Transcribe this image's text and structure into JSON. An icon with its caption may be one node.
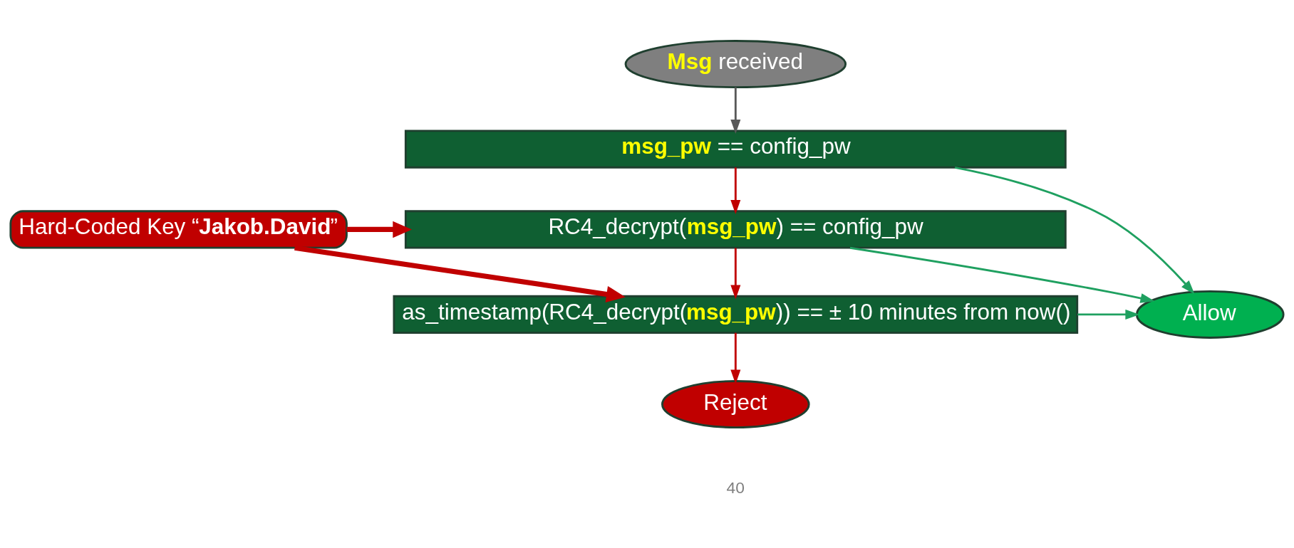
{
  "diagram": {
    "nodes": [
      {
        "text": [
          "**Msg** received"
        ]
      },
      {
        "text": [
          "**msg_pw** == config_pw"
        ]
      },
      {
        "text": [
          "RC4_decrypt(**msg_pw**) == config_pw"
        ]
      },
      {
        "text": [
          "as_timestamp(RC4_decrypt(**msg_pw**)) == ± 10 minutes from now()"
        ]
      },
      {
        "text": [
          "Hard-Coded Key “**Jakob.David**”"
        ]
      },
      {
        "text": [
          "Allow"
        ]
      },
      {
        "text": [
          "Reject"
        ]
      }
    ],
    "edges": [
      {
        "from": 0,
        "to": 1,
        "arrow": "to",
        "color": "#595959"
      },
      {
        "from": 1,
        "to": 2,
        "arrow": "to"
      },
      {
        "from": 2,
        "to": 3,
        "arrow": "to"
      },
      {
        "from": 3,
        "to": 6,
        "arrow": "to"
      },
      {
        "from": 1,
        "to": 5,
        "arrow": "to",
        "color": "#1fa060"
      },
      {
        "from": 2,
        "to": 5,
        "arrow": "to",
        "color": "#1fa060"
      },
      {
        "from": 3,
        "to": 5,
        "arrow": "to",
        "color": "#1fa060"
      },
      {
        "from": 4,
        "to": 2,
        "arrow": "to",
        "style": "thick"
      },
      {
        "from": 4,
        "to": 3,
        "arrow": "to",
        "style": "thick"
      }
    ],
    "labels": [
      "40"
    ]
  }
}
